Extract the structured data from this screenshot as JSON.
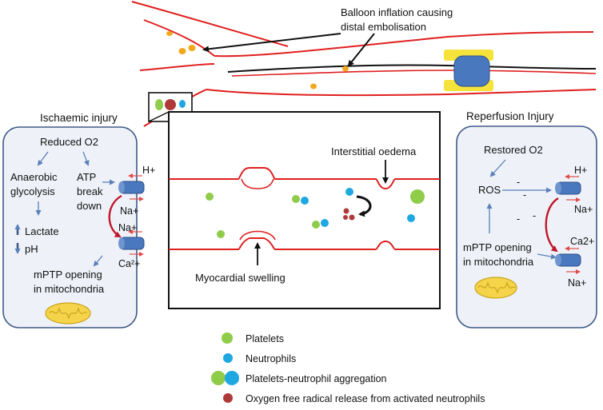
{
  "colors": {
    "vessel_red": "#e02020",
    "platelet_green": "#8fcc4a",
    "neutrophil_blue": "#1ea7e1",
    "radical_red": "#b03a3a",
    "debris_orange": "#f2a81d",
    "panel_border": "#3e5a87",
    "panel_fill": "#eef2f8",
    "arrow_blue": "#5b7fb8",
    "stent_yellow": "#f5e23a",
    "balloon_blue": "#4a78bf",
    "mito_yellow": "#f6d44a",
    "channel_blue": "#4a78bf",
    "curved_arrow_red": "#c0162a"
  },
  "top": {
    "balloon_label_line1": "Balloon inflation causing",
    "balloon_label_line2": "distal embolisation"
  },
  "ischaemic": {
    "title": "Ischaemic injury",
    "reduced_o2": "Reduced O2",
    "anaerobic_line1": "Anaerobic",
    "anaerobic_line2": "glycolysis",
    "atp_line1": "ATP",
    "atp_line2": "break",
    "atp_line3": "down",
    "lactate": "Lactate",
    "ph": "pH",
    "mptp_line1": "mPTP opening",
    "mptp_line2": "in mitochondria",
    "h_plus": "H+",
    "na_plus_1": "Na+",
    "na_plus_2": "Na+",
    "ca_plus": "Ca²+"
  },
  "center": {
    "interstitial_oedema": "Interstitial oedema",
    "myocardial_swelling": "Myocardial swelling"
  },
  "reperfusion": {
    "title": "Reperfusion Injury",
    "restored_o2": "Restored  O2",
    "ros": "ROS",
    "minus_1": "-",
    "minus_2": "-",
    "minus_3": "-",
    "minus_4": "-",
    "mptp_line1": "mPTP opening",
    "mptp_line2": "in mitochondria",
    "h_plus": "H+",
    "na_plus_1": "Na+",
    "ca_plus": "Ca2+",
    "na_plus_2": "Na+"
  },
  "legend": {
    "items": [
      {
        "label": "Platelets",
        "icon": "green-circle-icon"
      },
      {
        "label": "Neutrophils",
        "icon": "blue-circle-icon"
      },
      {
        "label": "Platelets-neutrophil aggregation",
        "icon": "aggregate-icon"
      },
      {
        "label": "Oxygen free radical release  from activated neutrophils",
        "icon": "red-dot-icon"
      }
    ]
  }
}
